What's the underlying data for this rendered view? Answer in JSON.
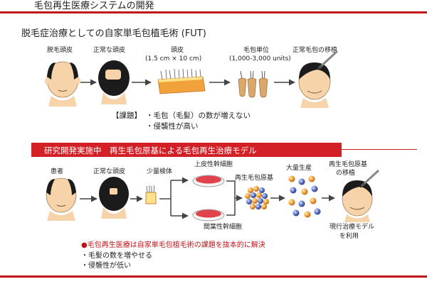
{
  "title": "毛包再生医療システムの開発",
  "section1": {
    "heading": "脱毛症治療としての自家単毛包植毛術 (FUT)",
    "labels": {
      "patient_head": "脱毛頭皮",
      "normal_scalp": "正常な頭皮",
      "scalp": "頭皮",
      "scalp_size": "(1.5 cm × 10 cm)",
      "follicle_unit": "毛包単位",
      "follicle_count": "(1,000-3,000 units)",
      "transplant": "正常毛包の移植"
    },
    "challenge_label": "【課題】",
    "challenges": [
      "・毛包（毛髪）の数が増えない",
      "・侵襲性が高い"
    ]
  },
  "section2": {
    "band": "研究開発実施中　再生毛包原基による毛包再生治療モデル",
    "labels": {
      "patient": "患者",
      "normal_scalp": "正常な頭皮",
      "sample": "少量検体",
      "epithelial": "上皮性幹細胞",
      "germ": "再生毛包原基",
      "mass": "大量生産",
      "transplant_1": "再生毛包原基",
      "transplant_2": "の移植",
      "mesenchymal": "間葉性幹細胞",
      "existing_1": "現行治療モデル",
      "existing_2": "を利用"
    },
    "note_main": "●毛包再生医療は自家単毛包植毛術の課題を抜本的に解決",
    "notes": [
      "・毛髪の数を増やせる",
      "・侵襲性が低い"
    ]
  },
  "colors": {
    "accent": "#c0141b",
    "band": "#d31f26",
    "skin": "#f6d3a9",
    "hair": "#1b1b1b"
  }
}
